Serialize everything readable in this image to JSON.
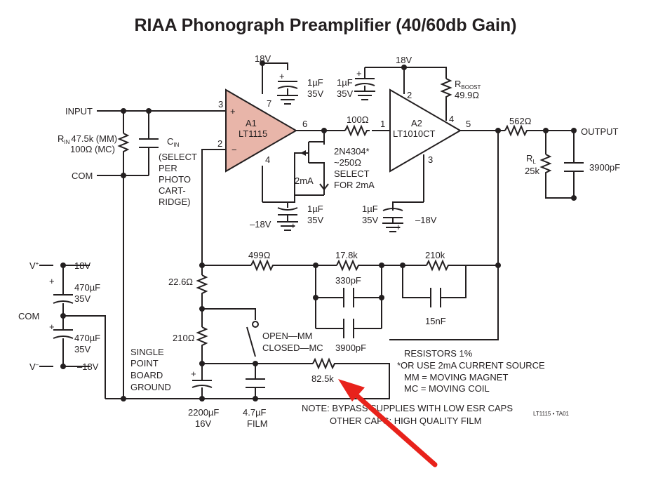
{
  "title": "RIAA Phonograph Preamplifier (40/60db Gain)",
  "colors": {
    "wire": "#231f20",
    "opamp_a1_fill": "#e8b5a9",
    "arrow": "#e8221b"
  },
  "amps": {
    "a1": {
      "name": "A1",
      "part": "LT1115",
      "pins": {
        "plus": "3",
        "minus": "2",
        "v_pos": "7",
        "v_neg": "4",
        "out": "6"
      }
    },
    "a2": {
      "name": "A2",
      "part": "LT1010CT",
      "pins": {
        "in": "1",
        "v_pos": "2",
        "boost": "4",
        "v_neg": "3",
        "out": "5"
      }
    }
  },
  "plus_sign": "+",
  "minus_sign": "−",
  "labels": {
    "input": "INPUT",
    "com": "COM",
    "output": "OUTPUT",
    "rin_prefix": "R",
    "rin_sub": "IN",
    "rin_value_mm": "47.5k (MM)",
    "rin_value_mc": "100Ω (MC)",
    "cin_prefix": "C",
    "cin_sub": "IN",
    "cin_note": [
      "(SELECT",
      "PER",
      "PHOTO",
      "CART-",
      "RIDGE)"
    ],
    "v18_a1": "18V",
    "v18_a2": "18V",
    "vneg18_a1": "–18V",
    "vneg18_a2": "–18V",
    "cap_1uf": "1µF",
    "cap_35v": "35V",
    "r100": "100Ω",
    "rboost_prefix": "R",
    "rboost_sub": "BOOST",
    "rboost_value": "49.9Ω",
    "jfet": [
      "2N4304*",
      "~250Ω",
      "SELECT",
      "FOR 2mA"
    ],
    "jfet_current": "2mA",
    "r562": "562Ω",
    "rl_prefix": "R",
    "rl_sub": "L",
    "rl_value": "25k",
    "c3900_out": "3900pF",
    "r499": "499Ω",
    "r17k8": "17.8k",
    "c330": "330pF",
    "c3900_fb": "3900pF",
    "r210k": "210k",
    "c15n": "15nF",
    "r22_6": "22.6Ω",
    "r210": "210Ω",
    "switch": [
      "OPEN—MM",
      "CLOSED—MC"
    ],
    "r82_5k": "82.5k",
    "c2200": [
      "2200µF",
      "16V"
    ],
    "c4_7": [
      "4.7µF",
      "FILM"
    ],
    "ground": [
      "SINGLE",
      "POINT",
      "BOARD",
      "GROUND"
    ],
    "vplus": "V",
    "vplus_sup": "+",
    "vminus": "V",
    "vminus_sup": "–",
    "sup_18v": "18V",
    "sup_neg18v": "–18V",
    "sup_cap": [
      "470µF",
      "35V"
    ],
    "sup_com": "COM",
    "resistors_note": [
      "RESISTORS 1%",
      "*OR USE 2mA CURRENT SOURCE",
      "MM = MOVING MAGNET",
      "MC = MOVING COIL"
    ],
    "note": [
      "NOTE: BYPASS SUPPLIES WITH LOW ESR CAPS",
      "OTHER CAPS: HIGH QUALITY FILM"
    ],
    "fig_id": "LT1115 • TA01"
  }
}
